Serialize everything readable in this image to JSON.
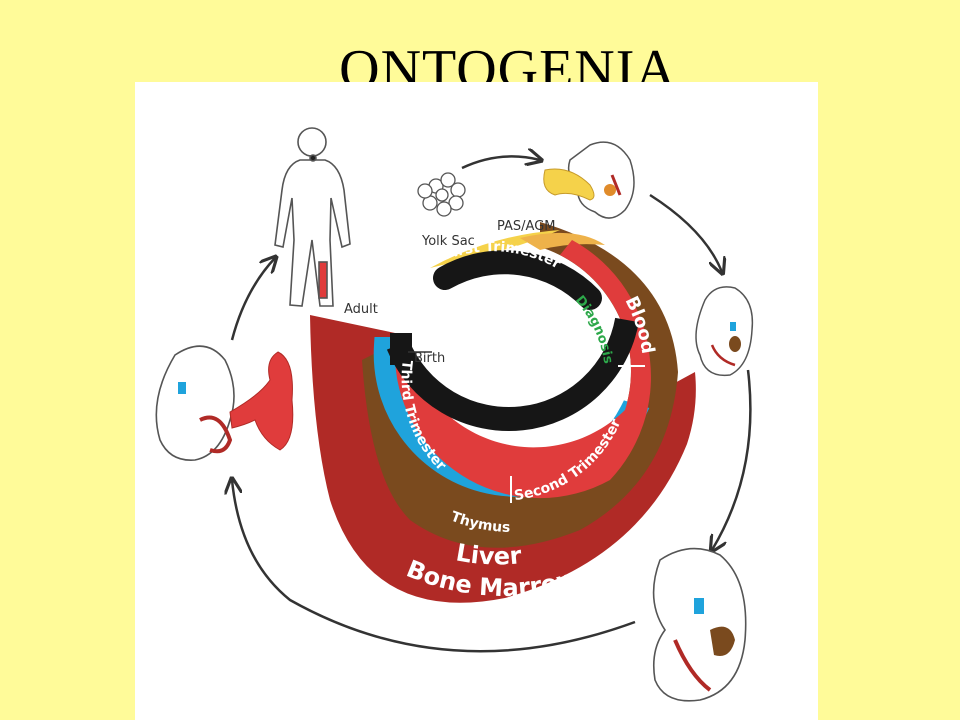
{
  "slide": {
    "title": "ONTOGENIA"
  },
  "labels": {
    "yolk_sac": "Yolk Sac",
    "pas_agm": "PAS/AGM",
    "adult": "Adult",
    "birth": "Birth",
    "first_trimester": "First Trimester",
    "second_trimester": "Second Trimester",
    "third_trimester": "Third Trimester",
    "diagnosis": "Diagnosis",
    "blood": "Blood",
    "thymus": "Thymus",
    "liver": "Liver",
    "bone_marrow": "Bone Marrow"
  },
  "colors": {
    "background": "#fffb99",
    "black_band": "#161616",
    "red_band": "#e03c3c",
    "thymus_blue": "#1fa3dc",
    "liver_brown": "#7a4a1e",
    "bone_marrow_red": "#b02a26",
    "yolk_sac_yellow": "#f5d24a",
    "diagnosis_green": "#2da84a"
  }
}
